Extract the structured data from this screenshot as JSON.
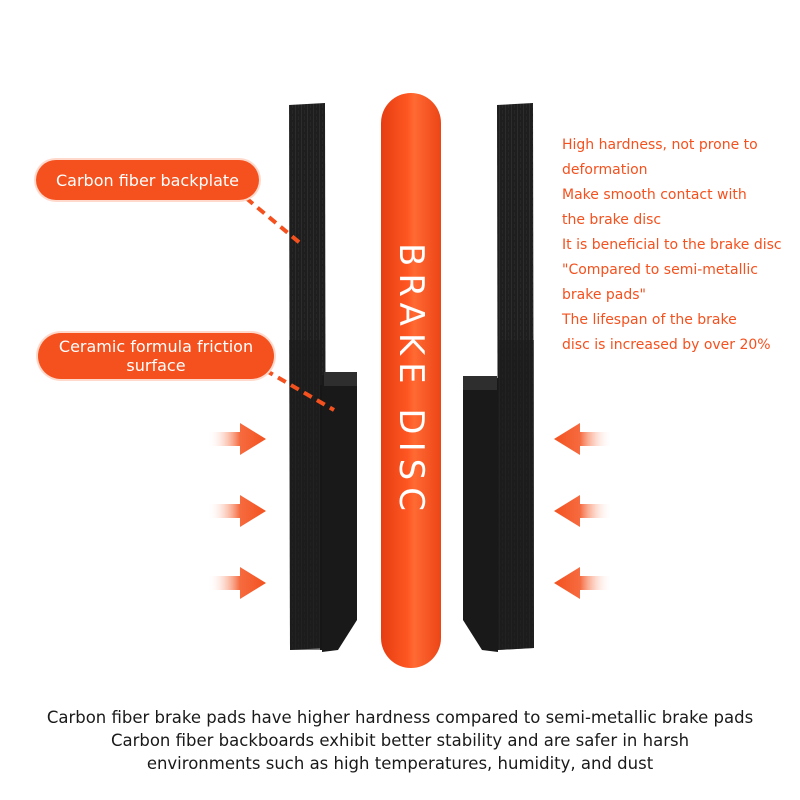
{
  "labels": {
    "backplate": "Carbon fiber backplate",
    "friction": "Ceramic formula friction surface",
    "disc": "BRAKE DISC"
  },
  "notes": [
    "High hardness, not prone to",
    "deformation",
    "Make smooth contact with",
    "the brake disc",
    "It is beneficial to the brake disc",
    "\"Compared to semi-metallic",
    "brake pads\"",
    "The lifespan of the brake",
    "disc is increased by over 20%"
  ],
  "caption": [
    "Carbon fiber brake pads have higher hardness compared to semi-metallic brake pads",
    "Carbon fiber backboards exhibit better stability and are safer in harsh",
    "environments such as high temperatures, humidity, and dust"
  ],
  "colors": {
    "accent": "#f4511e",
    "pad": "#1e1e1e",
    "arrow": "#f4511e"
  },
  "icons": {
    "arrow": "pressure-arrow-icon"
  }
}
